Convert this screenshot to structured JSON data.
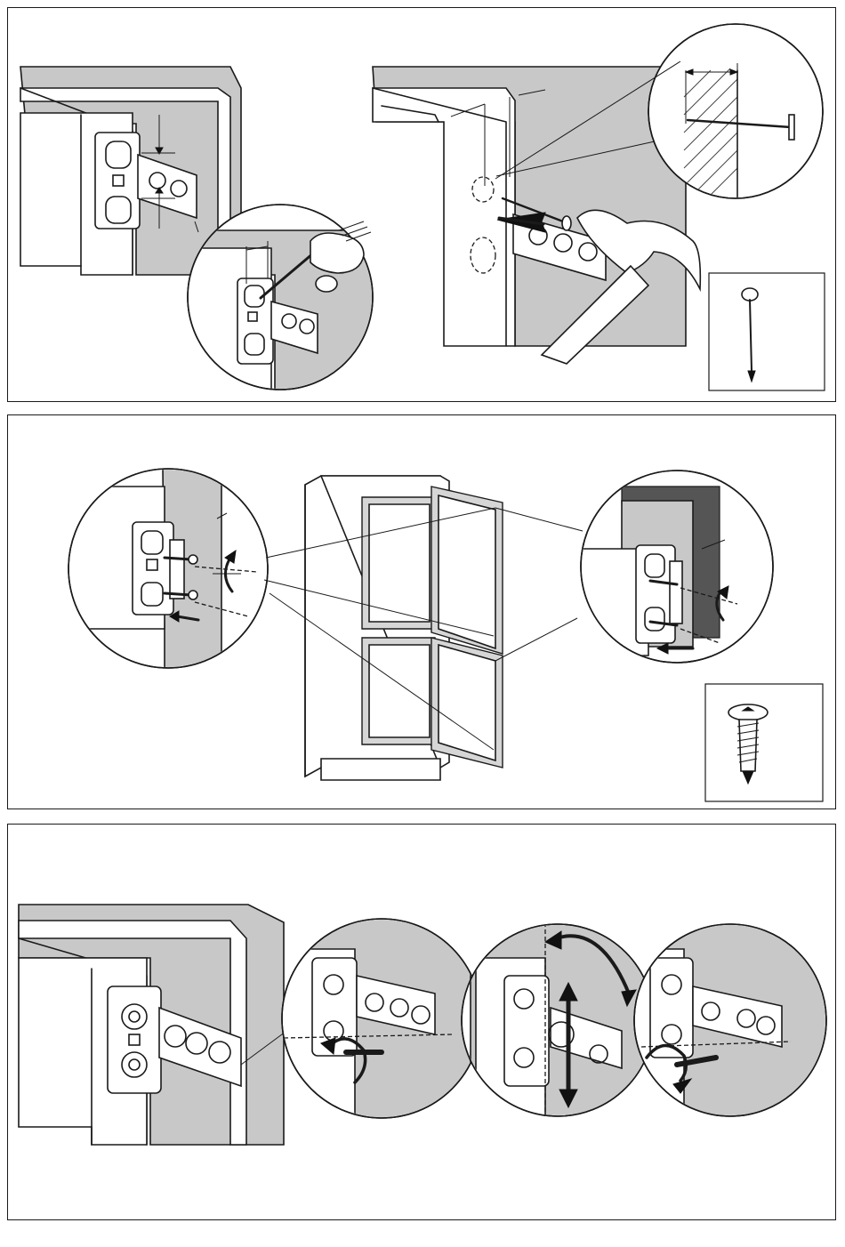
{
  "page": {
    "panels": [
      {
        "step": "attach-hinge-bracket"
      },
      {
        "step": "screw-hinges-to-door"
      },
      {
        "step": "adjust-hinges"
      }
    ]
  },
  "icons": {
    "nail": "nail-icon",
    "screw": "screw-icon",
    "hammer": "hammer-icon",
    "screwdriver": "screwdriver-icon"
  }
}
